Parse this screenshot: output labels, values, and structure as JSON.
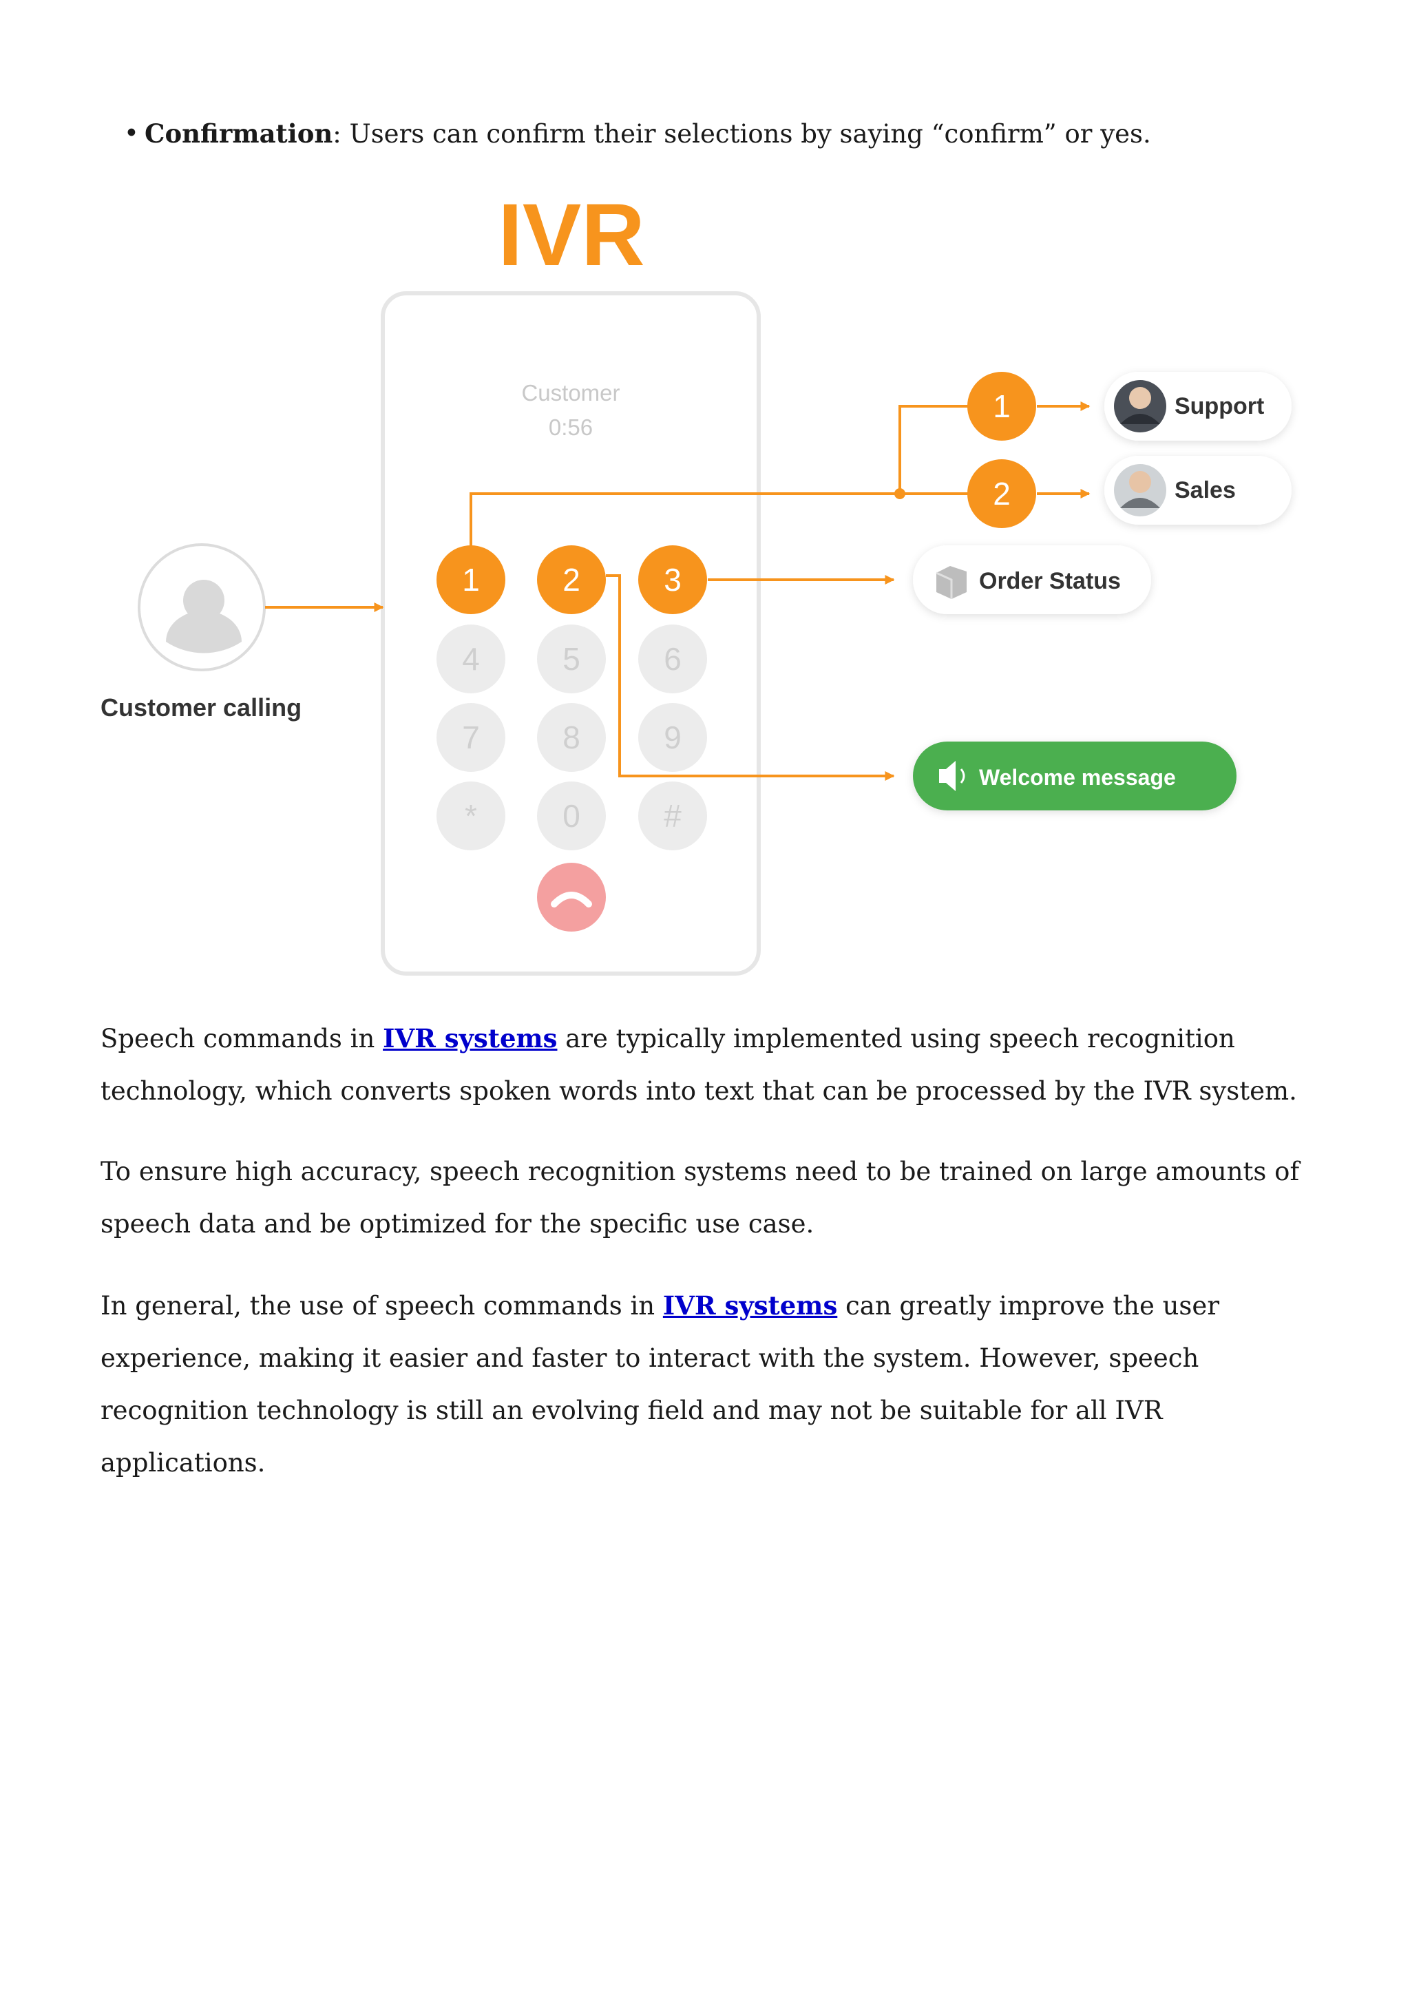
{
  "bullet": {
    "term": "Confirmation",
    "text": ": Users can confirm their selections by saying “confirm” or yes."
  },
  "diagram": {
    "title": "IVR",
    "caller_label": "Customer calling",
    "screen_name": "Customer",
    "screen_time": "0:56",
    "keys_active": [
      "1",
      "2",
      "3"
    ],
    "keys_inactive": [
      "4",
      "5",
      "6",
      "7",
      "8",
      "9",
      "*",
      "0",
      "#"
    ],
    "branch_1": "1",
    "branch_2": "2",
    "support_label": "Support",
    "sales_label": "Sales",
    "order_label": "Order Status",
    "welcome_label": "Welcome message",
    "colors": {
      "orange": "#F7941D",
      "green": "#4CAF50",
      "hangup": "#F4A0A0"
    },
    "icons": [
      "user-avatar-icon",
      "phone-hangup-icon",
      "box-icon",
      "speaker-icon"
    ]
  },
  "para1": {
    "before": "Speech commands in ",
    "link": "IVR systems",
    "after": " are typically implemented using speech recognition technology, which converts spoken words into text that can be processed by the IVR system."
  },
  "para2": {
    "text": "To ensure high accuracy, speech recognition systems need to be trained on large amounts of speech data and be optimized for the specific use case."
  },
  "para3": {
    "before": "In general, the use of speech commands in ",
    "link": "IVR systems",
    "after": " can greatly improve the user experience, making it easier and faster to interact with the system. However, speech recognition technology is still an evolving field and may not be suitable for all IVR applications."
  }
}
